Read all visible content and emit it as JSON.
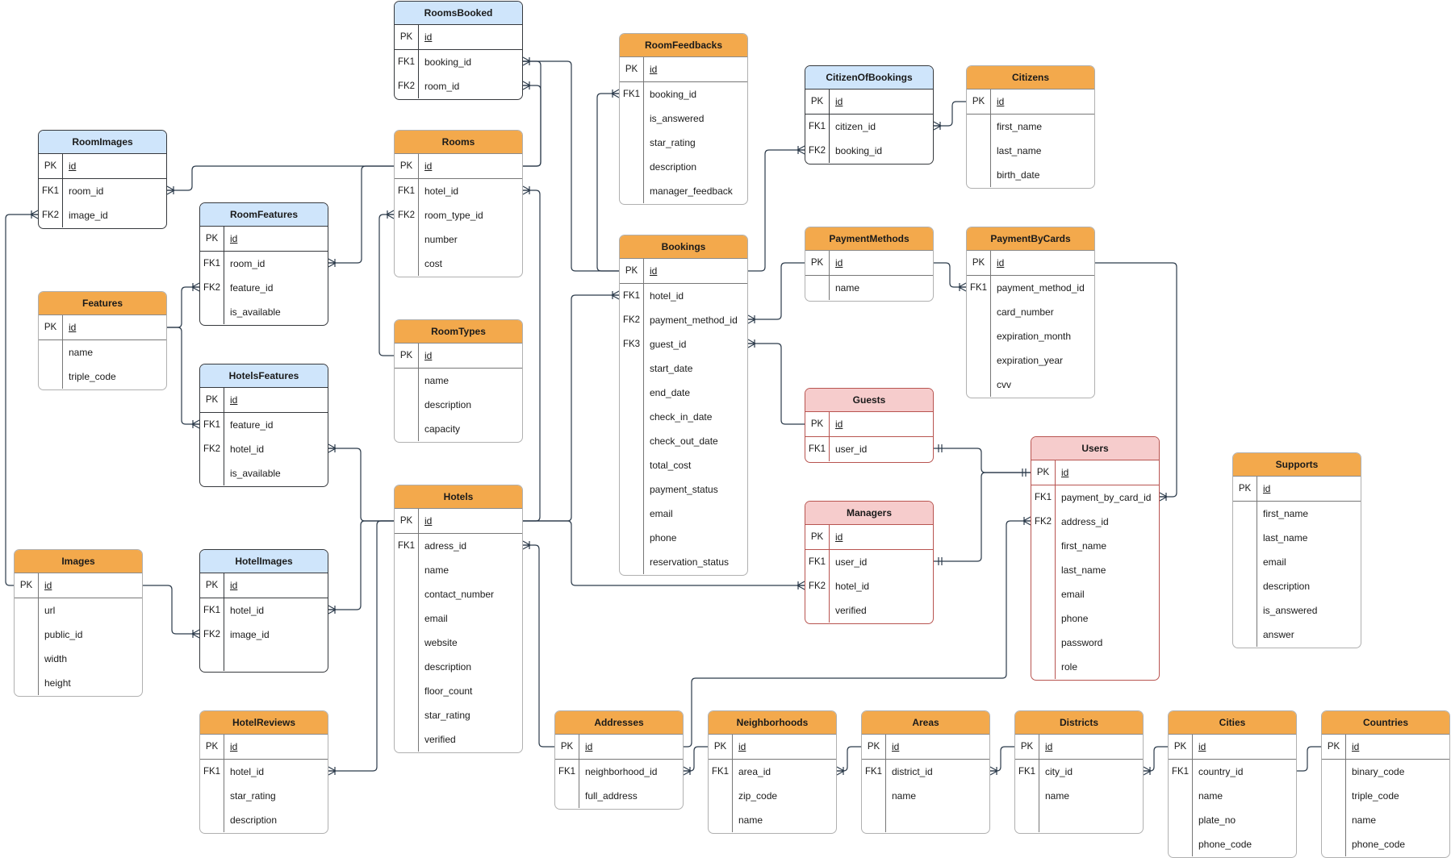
{
  "tables": [
    {
      "id": "RoomsBooked",
      "title": "RoomsBooked",
      "style": "blue",
      "rows": [
        {
          "key": "PK",
          "name": "id",
          "pk": true
        },
        {
          "key": "FK1",
          "name": "booking_id"
        },
        {
          "key": "FK2",
          "name": "room_id"
        }
      ]
    },
    {
      "id": "RoomFeedbacks",
      "title": "RoomFeedbacks",
      "style": "orange",
      "rows": [
        {
          "key": "PK",
          "name": "id",
          "pk": true
        },
        {
          "key": "FK1",
          "name": "booking_id"
        },
        {
          "key": "",
          "name": "is_answered"
        },
        {
          "key": "",
          "name": "star_rating"
        },
        {
          "key": "",
          "name": "description"
        },
        {
          "key": "",
          "name": "manager_feedback"
        }
      ]
    },
    {
      "id": "CitizenOfBookings",
      "title": "CitizenOfBookings",
      "style": "blue",
      "rows": [
        {
          "key": "PK",
          "name": "id",
          "pk": true
        },
        {
          "key": "FK1",
          "name": "citizen_id"
        },
        {
          "key": "FK2",
          "name": "booking_id"
        }
      ]
    },
    {
      "id": "Citizens",
      "title": "Citizens",
      "style": "orange",
      "rows": [
        {
          "key": "PK",
          "name": "id",
          "pk": true
        },
        {
          "key": "",
          "name": "first_name"
        },
        {
          "key": "",
          "name": "last_name"
        },
        {
          "key": "",
          "name": "birth_date"
        }
      ]
    },
    {
      "id": "RoomImages",
      "title": "RoomImages",
      "style": "blue",
      "rows": [
        {
          "key": "PK",
          "name": "id",
          "pk": true
        },
        {
          "key": "FK1",
          "name": "room_id"
        },
        {
          "key": "FK2",
          "name": "image_id"
        }
      ]
    },
    {
      "id": "Rooms",
      "title": "Rooms",
      "style": "orange",
      "rows": [
        {
          "key": "PK",
          "name": "id",
          "pk": true
        },
        {
          "key": "FK1",
          "name": "hotel_id"
        },
        {
          "key": "FK2",
          "name": "room_type_id"
        },
        {
          "key": "",
          "name": "number"
        },
        {
          "key": "",
          "name": "cost"
        }
      ]
    },
    {
      "id": "RoomFeatures",
      "title": "RoomFeatures",
      "style": "blue",
      "rows": [
        {
          "key": "PK",
          "name": "id",
          "pk": true
        },
        {
          "key": "FK1",
          "name": "room_id"
        },
        {
          "key": "FK2",
          "name": "feature_id"
        },
        {
          "key": "",
          "name": "is_available"
        }
      ]
    },
    {
      "id": "Bookings",
      "title": "Bookings",
      "style": "orange",
      "rows": [
        {
          "key": "PK",
          "name": "id",
          "pk": true
        },
        {
          "key": "FK1",
          "name": "hotel_id"
        },
        {
          "key": "FK2",
          "name": "payment_method_id"
        },
        {
          "key": "FK3",
          "name": "guest_id"
        },
        {
          "key": "",
          "name": "start_date"
        },
        {
          "key": "",
          "name": "end_date"
        },
        {
          "key": "",
          "name": "check_in_date"
        },
        {
          "key": "",
          "name": "check_out_date"
        },
        {
          "key": "",
          "name": "total_cost"
        },
        {
          "key": "",
          "name": "payment_status"
        },
        {
          "key": "",
          "name": "email"
        },
        {
          "key": "",
          "name": "phone"
        },
        {
          "key": "",
          "name": "reservation_status"
        }
      ]
    },
    {
      "id": "PaymentMethods",
      "title": "PaymentMethods",
      "style": "orange",
      "rows": [
        {
          "key": "PK",
          "name": "id",
          "pk": true
        },
        {
          "key": "",
          "name": "name"
        }
      ]
    },
    {
      "id": "PaymentByCards",
      "title": "PaymentByCards",
      "style": "orange",
      "rows": [
        {
          "key": "PK",
          "name": "id",
          "pk": true
        },
        {
          "key": "FK1",
          "name": "payment_method_id"
        },
        {
          "key": "",
          "name": "card_number"
        },
        {
          "key": "",
          "name": "expiration_month"
        },
        {
          "key": "",
          "name": "expiration_year"
        },
        {
          "key": "",
          "name": "cvv"
        }
      ]
    },
    {
      "id": "Features",
      "title": "Features",
      "style": "orange",
      "rows": [
        {
          "key": "PK",
          "name": "id",
          "pk": true
        },
        {
          "key": "",
          "name": "name"
        },
        {
          "key": "",
          "name": "triple_code"
        }
      ]
    },
    {
      "id": "RoomTypes",
      "title": "RoomTypes",
      "style": "orange",
      "rows": [
        {
          "key": "PK",
          "name": "id",
          "pk": true
        },
        {
          "key": "",
          "name": "name"
        },
        {
          "key": "",
          "name": "description"
        },
        {
          "key": "",
          "name": "capacity"
        }
      ]
    },
    {
      "id": "HotelsFeatures",
      "title": "HotelsFeatures",
      "style": "blue",
      "rows": [
        {
          "key": "PK",
          "name": "id",
          "pk": true
        },
        {
          "key": "FK1",
          "name": "feature_id"
        },
        {
          "key": "FK2",
          "name": "hotel_id"
        },
        {
          "key": "",
          "name": "is_available"
        }
      ]
    },
    {
      "id": "Guests",
      "title": "Guests",
      "style": "red",
      "rows": [
        {
          "key": "PK",
          "name": "id",
          "pk": true
        },
        {
          "key": "FK1",
          "name": "user_id"
        }
      ]
    },
    {
      "id": "Users",
      "title": "Users",
      "style": "red",
      "rows": [
        {
          "key": "PK",
          "name": "id",
          "pk": true
        },
        {
          "key": "FK1",
          "name": "payment_by_card_id"
        },
        {
          "key": "FK2",
          "name": "address_id"
        },
        {
          "key": "",
          "name": "first_name"
        },
        {
          "key": "",
          "name": "last_name"
        },
        {
          "key": "",
          "name": "email"
        },
        {
          "key": "",
          "name": "phone"
        },
        {
          "key": "",
          "name": "password"
        },
        {
          "key": "",
          "name": "role"
        }
      ]
    },
    {
      "id": "Supports",
      "title": "Supports",
      "style": "orange",
      "rows": [
        {
          "key": "PK",
          "name": "id",
          "pk": true
        },
        {
          "key": "",
          "name": "first_name"
        },
        {
          "key": "",
          "name": "last_name"
        },
        {
          "key": "",
          "name": "email"
        },
        {
          "key": "",
          "name": "description"
        },
        {
          "key": "",
          "name": "is_answered"
        },
        {
          "key": "",
          "name": "answer"
        }
      ]
    },
    {
      "id": "Hotels",
      "title": "Hotels",
      "style": "orange",
      "rows": [
        {
          "key": "PK",
          "name": "id",
          "pk": true
        },
        {
          "key": "FK1",
          "name": "adress_id"
        },
        {
          "key": "",
          "name": "name"
        },
        {
          "key": "",
          "name": "contact_number"
        },
        {
          "key": "",
          "name": "email"
        },
        {
          "key": "",
          "name": "website"
        },
        {
          "key": "",
          "name": "description"
        },
        {
          "key": "",
          "name": "floor_count"
        },
        {
          "key": "",
          "name": "star_rating"
        },
        {
          "key": "",
          "name": "verified"
        }
      ]
    },
    {
      "id": "Managers",
      "title": "Managers",
      "style": "red",
      "rows": [
        {
          "key": "PK",
          "name": "id",
          "pk": true
        },
        {
          "key": "FK1",
          "name": "user_id"
        },
        {
          "key": "FK2",
          "name": "hotel_id"
        },
        {
          "key": "",
          "name": "verified"
        }
      ]
    },
    {
      "id": "Images",
      "title": "Images",
      "style": "orange",
      "rows": [
        {
          "key": "PK",
          "name": "id",
          "pk": true
        },
        {
          "key": "",
          "name": "url"
        },
        {
          "key": "",
          "name": "public_id"
        },
        {
          "key": "",
          "name": "width"
        },
        {
          "key": "",
          "name": "height"
        }
      ]
    },
    {
      "id": "HotelImages",
      "title": "HotelImages",
      "style": "blue",
      "rows": [
        {
          "key": "PK",
          "name": "id",
          "pk": true
        },
        {
          "key": "FK1",
          "name": "hotel_id"
        },
        {
          "key": "FK2",
          "name": "image_id"
        },
        {
          "key": "",
          "name": ""
        }
      ]
    },
    {
      "id": "HotelReviews",
      "title": "HotelReviews",
      "style": "orange",
      "rows": [
        {
          "key": "PK",
          "name": "id",
          "pk": true
        },
        {
          "key": "FK1",
          "name": "hotel_id"
        },
        {
          "key": "",
          "name": "star_rating"
        },
        {
          "key": "",
          "name": "description"
        }
      ]
    },
    {
      "id": "Addresses",
      "title": "Addresses",
      "style": "orange",
      "rows": [
        {
          "key": "PK",
          "name": "id",
          "pk": true
        },
        {
          "key": "FK1",
          "name": "neighborhood_id"
        },
        {
          "key": "",
          "name": "full_address"
        }
      ]
    },
    {
      "id": "Neighborhoods",
      "title": "Neighborhoods",
      "style": "orange",
      "rows": [
        {
          "key": "PK",
          "name": "id",
          "pk": true
        },
        {
          "key": "FK1",
          "name": "area_id"
        },
        {
          "key": "",
          "name": "zip_code"
        },
        {
          "key": "",
          "name": "name"
        }
      ]
    },
    {
      "id": "Areas",
      "title": "Areas",
      "style": "orange",
      "rows": [
        {
          "key": "PK",
          "name": "id",
          "pk": true
        },
        {
          "key": "FK1",
          "name": "district_id"
        },
        {
          "key": "",
          "name": "name"
        },
        {
          "key": "",
          "name": ""
        }
      ]
    },
    {
      "id": "Districts",
      "title": "Districts",
      "style": "orange",
      "rows": [
        {
          "key": "PK",
          "name": "id",
          "pk": true
        },
        {
          "key": "FK1",
          "name": "city_id"
        },
        {
          "key": "",
          "name": "name"
        },
        {
          "key": "",
          "name": ""
        }
      ]
    },
    {
      "id": "Cities",
      "title": "Cities",
      "style": "orange",
      "rows": [
        {
          "key": "PK",
          "name": "id",
          "pk": true
        },
        {
          "key": "FK1",
          "name": "country_id"
        },
        {
          "key": "",
          "name": "name"
        },
        {
          "key": "",
          "name": "plate_no"
        },
        {
          "key": "",
          "name": "phone_code"
        }
      ]
    },
    {
      "id": "Countries",
      "title": "Countries",
      "style": "orange",
      "rows": [
        {
          "key": "PK",
          "name": "id",
          "pk": true
        },
        {
          "key": "",
          "name": "binary_code"
        },
        {
          "key": "",
          "name": "triple_code"
        },
        {
          "key": "",
          "name": "name"
        },
        {
          "key": "",
          "name": "phone_code"
        }
      ]
    }
  ],
  "relations": [
    {
      "from": "Bookings",
      "to": "RoomsBooked.booking_id",
      "kind": "one-to-many"
    },
    {
      "from": "Rooms",
      "to": "RoomsBooked.room_id",
      "kind": "one-to-many"
    },
    {
      "from": "Bookings",
      "to": "RoomFeedbacks.booking_id",
      "kind": "one-to-many"
    },
    {
      "from": "Citizens",
      "to": "CitizenOfBookings.citizen_id",
      "kind": "one-to-many"
    },
    {
      "from": "Bookings",
      "to": "CitizenOfBookings.booking_id",
      "kind": "one-to-many"
    },
    {
      "from": "Rooms",
      "to": "RoomImages.room_id",
      "kind": "one-to-many"
    },
    {
      "from": "Images",
      "to": "RoomImages.image_id",
      "kind": "one-to-many"
    },
    {
      "from": "Rooms",
      "to": "RoomFeatures.room_id",
      "kind": "one-to-many"
    },
    {
      "from": "Features",
      "to": "RoomFeatures.feature_id",
      "kind": "one-to-many"
    },
    {
      "from": "Features",
      "to": "HotelsFeatures.feature_id",
      "kind": "one-to-many"
    },
    {
      "from": "Hotels",
      "to": "HotelsFeatures.hotel_id",
      "kind": "one-to-many"
    },
    {
      "from": "Hotels",
      "to": "Rooms.hotel_id",
      "kind": "one-to-many"
    },
    {
      "from": "RoomTypes",
      "to": "Rooms.room_type_id",
      "kind": "one-to-many"
    },
    {
      "from": "Hotels",
      "to": "Bookings.hotel_id",
      "kind": "one-to-many"
    },
    {
      "from": "PaymentMethods",
      "to": "Bookings.payment_method_id",
      "kind": "one-to-many"
    },
    {
      "from": "Guests",
      "to": "Bookings.guest_id",
      "kind": "one-to-many"
    },
    {
      "from": "PaymentMethods",
      "to": "PaymentByCards.payment_method_id",
      "kind": "one-to-many"
    },
    {
      "from": "PaymentByCards",
      "to": "Users.payment_by_card_id",
      "kind": "one-to-many"
    },
    {
      "from": "Users",
      "to": "Guests.user_id",
      "kind": "one-to-one"
    },
    {
      "from": "Users",
      "to": "Managers.user_id",
      "kind": "one-to-one"
    },
    {
      "from": "Hotels",
      "to": "Managers.hotel_id",
      "kind": "one-to-many"
    },
    {
      "from": "Hotels",
      "to": "HotelImages.hotel_id",
      "kind": "one-to-many"
    },
    {
      "from": "Images",
      "to": "HotelImages.image_id",
      "kind": "one-to-many"
    },
    {
      "from": "Hotels",
      "to": "HotelReviews.hotel_id",
      "kind": "one-to-many"
    },
    {
      "from": "Addresses",
      "to": "Hotels.adress_id",
      "kind": "one-to-many"
    },
    {
      "from": "Addresses",
      "to": "Users.address_id",
      "kind": "one-to-many"
    },
    {
      "from": "Neighborhoods",
      "to": "Addresses.neighborhood_id",
      "kind": "one-to-many"
    },
    {
      "from": "Areas",
      "to": "Neighborhoods.area_id",
      "kind": "one-to-many"
    },
    {
      "from": "Districts",
      "to": "Areas.district_id",
      "kind": "one-to-many"
    },
    {
      "from": "Cities",
      "to": "Districts.city_id",
      "kind": "one-to-many"
    },
    {
      "from": "Countries",
      "to": "Cities.country_id",
      "kind": "one-to-many"
    }
  ],
  "colors": {
    "orange_header": "#f3a94c",
    "blue_header": "#cfe5fb",
    "red_header": "#f6cccc",
    "line": "#2b3a4a"
  }
}
